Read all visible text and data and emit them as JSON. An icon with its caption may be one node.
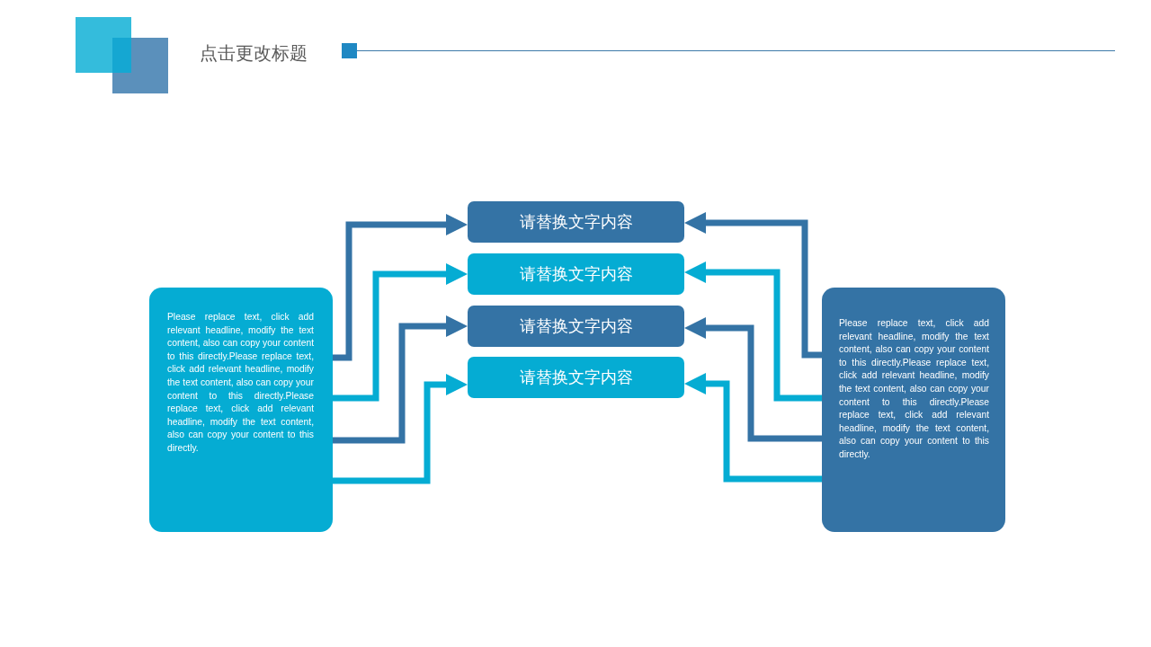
{
  "diagram": {
    "title": "点击更改标题",
    "nodes": [
      {
        "text": [
          "Please replace text, click add relevant headline, modify the text content, also can copy your content to this directly.Please replace text, click add relevant headline, modify the text content, also can copy your content to this directly.Please replace text, click add relevant headline, modify the text content, also can copy your content to this directly."
        ]
      },
      {
        "text": [
          "请替换文字内容"
        ]
      },
      {
        "text": [
          "请替换文字内容"
        ]
      },
      {
        "text": [
          "请替换文字内容"
        ]
      },
      {
        "text": [
          "请替换文字内容"
        ]
      },
      {
        "text": [
          "Please replace text, click add relevant headline, modify the text content, also can copy your content to this directly.Please replace text, click add relevant headline, modify the text content, also can copy your content to this directly.Please replace text, click add relevant headline, modify the text content, also can copy your content to this directly."
        ]
      }
    ],
    "edges": [
      {
        "from": 0,
        "to": 1,
        "arrow": "to",
        "color": "#3473a5"
      },
      {
        "from": 0,
        "to": 2,
        "arrow": "to",
        "color": "#05acd3"
      },
      {
        "from": 0,
        "to": 3,
        "arrow": "to",
        "color": "#3473a5"
      },
      {
        "from": 0,
        "to": 4,
        "arrow": "to",
        "color": "#05acd3"
      },
      {
        "from": 5,
        "to": 1,
        "arrow": "to",
        "color": "#3473a5"
      },
      {
        "from": 5,
        "to": 2,
        "arrow": "to",
        "color": "#05acd3"
      },
      {
        "from": 5,
        "to": 3,
        "arrow": "to",
        "color": "#3473a5"
      },
      {
        "from": 5,
        "to": 4,
        "arrow": "to",
        "color": "#05acd3"
      }
    ]
  }
}
